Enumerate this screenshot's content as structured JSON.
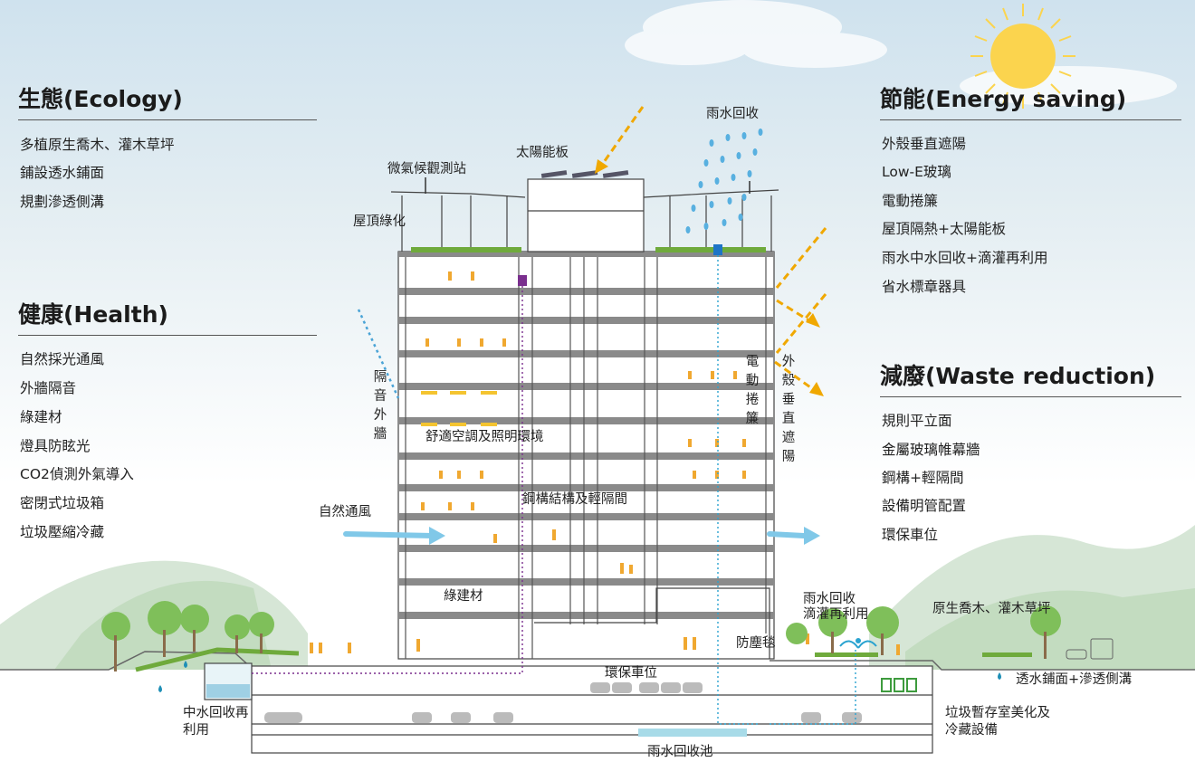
{
  "panels": {
    "ecology": {
      "title": "生態(Ecology)",
      "items": [
        "多植原生喬木、灌木草坪",
        "鋪設透水鋪面",
        "規劃滲透側溝"
      ]
    },
    "health": {
      "title": "健康(Health)",
      "items": [
        "自然採光通風",
        "外牆隔音",
        "綠建材",
        "燈具防眩光",
        "CO2偵測外氣導入",
        "密閉式垃圾箱",
        "垃圾壓縮冷藏"
      ]
    },
    "energy": {
      "title": "節能(Energy saving)",
      "items": [
        "外殼垂直遮陽",
        "Low-E玻璃",
        "電動捲簾",
        "屋頂隔熱+太陽能板",
        "雨水中水回收+滴灌再利用",
        "省水標章器具"
      ]
    },
    "waste": {
      "title": "減廢(Waste reduction)",
      "items": [
        "規則平立面",
        "金屬玻璃帷幕牆",
        "鋼構+輕隔間",
        "設備明管配置",
        "環保車位"
      ]
    }
  },
  "labels": {
    "rain_collect": "雨水回收",
    "solar_panel": "太陽能板",
    "weather_station": "微氣候觀測站",
    "roof_green": "屋頂綠化",
    "sound_wall": "隔音外牆",
    "electric_blinds": "電動捲簾",
    "vertical_shading": "外殼垂直遮陽",
    "hvac_lighting": "舒適空調及照明環境",
    "steel_structure": "鋼構結構及輕隔間",
    "natural_ventilation": "自然通風",
    "green_material": "綠建材",
    "rain_reuse_1": "雨水回收",
    "rain_reuse_2": "滴灌再利用",
    "native_trees": "原生喬木、灌木草坪",
    "dust_mat": "防塵毯",
    "eco_parking": "環保車位",
    "permeable_paving": "透水鋪面+滲透側溝",
    "greywater_1": "中水回收再",
    "greywater_2": "利用",
    "garbage_room_1": "垃圾暫存室美化及",
    "garbage_room_2": "冷藏設備",
    "rain_tank": "雨水回收池"
  },
  "colors": {
    "arrow_yellow": "#f0a800",
    "rain_blue": "#58b0e0",
    "green": "#6faa3c",
    "structure": "#444444"
  }
}
